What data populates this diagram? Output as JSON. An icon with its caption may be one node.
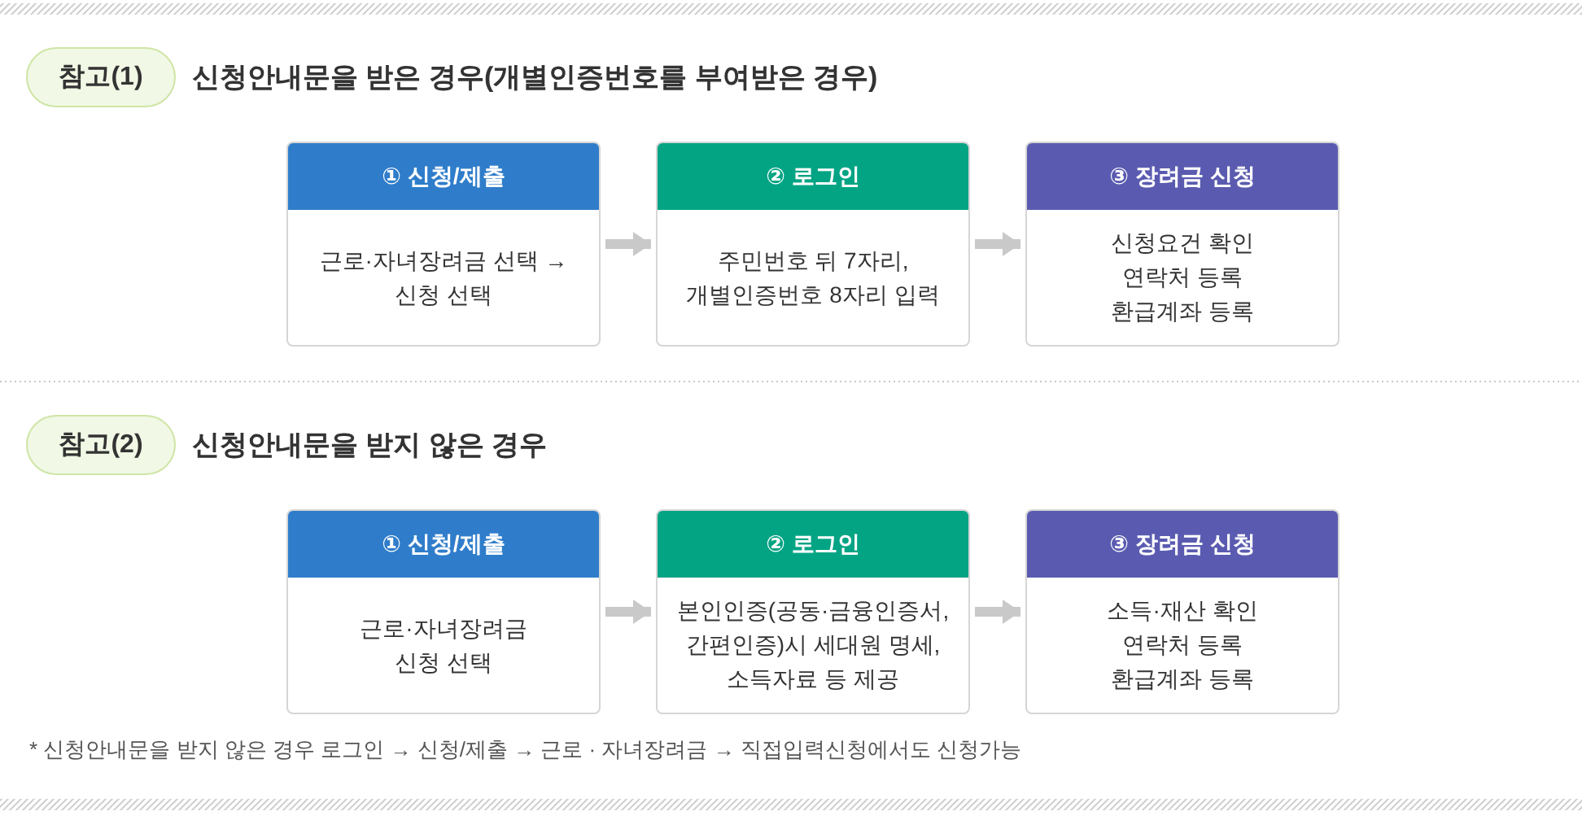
{
  "diagram": {
    "nodes": [
      {
        "text": [
          "참고(1)"
        ],
        "beside": [
          "신청안내문을 받은 경우(개별인증번호를 부여받은 경우)"
        ]
      },
      {
        "text": [
          "① 신청/제출",
          "근로·자녀장려금 선택 → 신청 선택"
        ]
      },
      {
        "text": [
          "② 로그인",
          "주민번호 뒤 7자리, 개별인증번호 8자리 입력"
        ]
      },
      {
        "text": [
          "③ 장려금 신청",
          "신청요건 확인",
          "연락처 등록",
          "환급계좌 등록"
        ]
      },
      {
        "text": [
          "참고(2)"
        ],
        "beside": [
          "신청안내문을 받지 않은 경우"
        ]
      },
      {
        "text": [
          "① 신청/제출",
          "근로·자녀장려금 신청 선택"
        ]
      },
      {
        "text": [
          "② 로그인",
          "본인인증(공동·금융인증서, 간편인증)시 세대원 명세, 소득자료 등 제공"
        ]
      },
      {
        "text": [
          "③ 장려금 신청",
          "소득·재산 확인",
          "연락처 등록",
          "환급계좌 등록"
        ]
      }
    ],
    "edges": [
      {
        "from": 1,
        "to": 2,
        "arrow": "to"
      },
      {
        "from": 2,
        "to": 3,
        "arrow": "to"
      },
      {
        "from": 5,
        "to": 6,
        "arrow": "to"
      },
      {
        "from": 6,
        "to": 7,
        "arrow": "to"
      }
    ],
    "labels": [
      "* 신청안내문을 받지 않은 경우 로그인 → 신청/제출 → 근로 · 자녀장려금 → 직접입력신청에서도 신청가능"
    ]
  }
}
